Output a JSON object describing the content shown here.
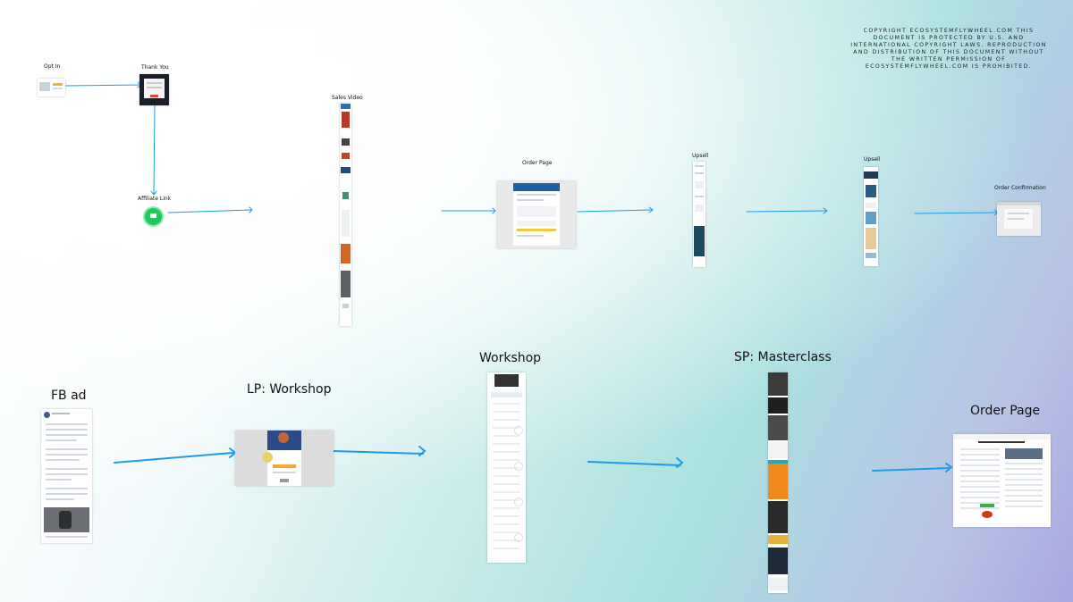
{
  "copyright_notice": "COPYRIGHT ECOSYSTEMFLYWHEEL.COM THIS DOCUMENT IS PROTECTED BY U.S. AND INTERNATIONAL COPYRIGHT LAWS. REPRODUCTION AND DISTRIBUTION OF THIS DOCUMENT WITHOUT THE WRITTEN PERMISSION OF ECOSYSTEMFLYWHEEL.COM IS PROHIBITED.",
  "top_funnel": {
    "opt_in": "Opt In",
    "thank_you": "Thank You",
    "affiliate_link": "Affiliate Link",
    "sales_video": "Sales Video",
    "order_page": "Order Page",
    "upsell_1": "Upsell",
    "upsell_2": "Upsell",
    "order_confirmation": "Order Confirmation"
  },
  "bottom_funnel": {
    "fb_ad": "FB ad",
    "lp_workshop": "LP: Workshop",
    "workshop": "Workshop",
    "sp_masterclass": "SP: Masterclass",
    "order_page": "Order Page"
  },
  "colors": {
    "arrow": "#1e9be8",
    "affiliate_icon": "#22c55e",
    "label_text": "#111111"
  },
  "icons": {
    "affiliate": "affiliate-link-icon",
    "arrow": "arrow-right-icon"
  }
}
